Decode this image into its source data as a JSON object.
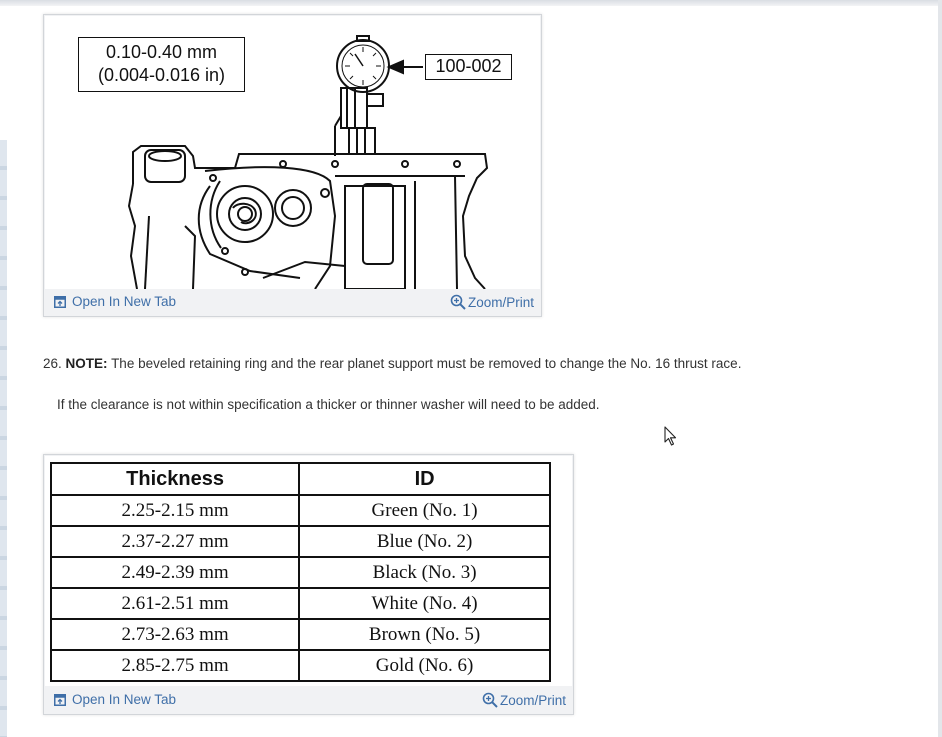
{
  "figure1": {
    "spec_line1": "0.10-0.40 mm",
    "spec_line2": "(0.004-0.016 in)",
    "tool_callout": "100-002",
    "open_label": "Open In New Tab",
    "zoom_label": "Zoom/Print"
  },
  "step": {
    "number": "26.",
    "note_label": "NOTE:",
    "note_text": "The beveled retaining ring and the rear planet support must be removed to change the No. 16 thrust race.",
    "instruction": "If the clearance is not within specification a thicker or thinner washer will need to be added."
  },
  "figure2": {
    "headers": [
      "Thickness",
      "ID"
    ],
    "rows": [
      [
        "2.25-2.15 mm",
        "Green (No. 1)"
      ],
      [
        "2.37-2.27 mm",
        "Blue (No. 2)"
      ],
      [
        "2.49-2.39 mm",
        "Black (No. 3)"
      ],
      [
        "2.61-2.51 mm",
        "White (No. 4)"
      ],
      [
        "2.73-2.63 mm",
        "Brown (No. 5)"
      ],
      [
        "2.85-2.75 mm",
        "Gold (No. 6)"
      ]
    ],
    "open_label": "Open In New Tab",
    "zoom_label": "Zoom/Print"
  },
  "colors": {
    "link": "#3f6fa8",
    "body_text": "#333333",
    "figure_bg": "#f1f2f4"
  },
  "icons": [
    "open-tab-icon",
    "zoom-icon",
    "mouse-cursor-icon"
  ]
}
